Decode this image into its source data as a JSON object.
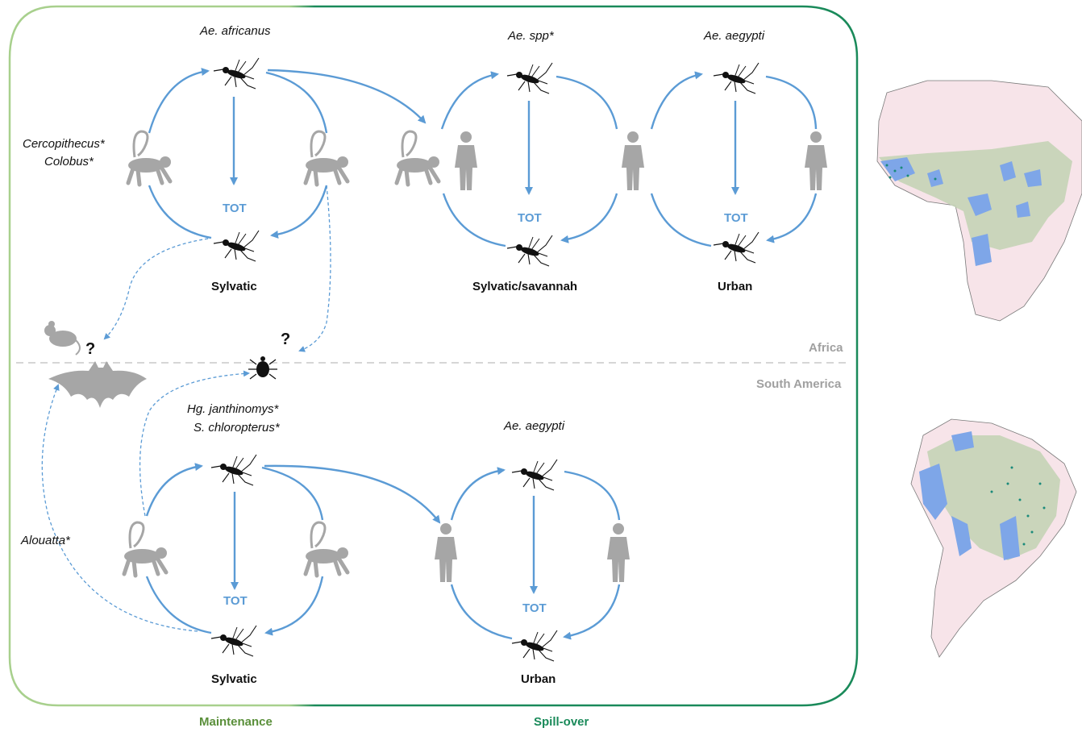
{
  "colors": {
    "maintenance": "#a8d08d",
    "spillover": "#1a8a5a",
    "arrow": "#5b9bd5",
    "silhouette": "#a6a6a6",
    "region_text": "#a0a0a0"
  },
  "africa": {
    "region_label": "Africa",
    "vector_sylvatic": "Ae. africanus",
    "hosts": [
      "Cercopithecus*",
      "Colobus*"
    ],
    "vector_savannah": "Ae. spp*",
    "vector_urban": "Ae. aegypti",
    "cycle_sylvatic": "Sylvatic",
    "cycle_savannah": "Sylvatic/savannah",
    "cycle_urban": "Urban"
  },
  "south_america": {
    "region_label": "South America",
    "vectors_sylvatic": [
      "Hg. janthinomys*",
      "S. chloropterus*"
    ],
    "host": "Alouatta*",
    "vector_urban": "Ae. aegypti",
    "cycle_sylvatic": "Sylvatic",
    "cycle_urban": "Urban"
  },
  "tot_label": "TOT",
  "unknown_marker": "?",
  "footer": {
    "maintenance": "Maintenance",
    "spillover": "Spill-over"
  },
  "icons": [
    "mosquito-icon",
    "monkey-icon",
    "human-icon",
    "rodent-icon",
    "bat-icon",
    "tick-icon",
    "africa-map-icon",
    "south-america-map-icon"
  ]
}
